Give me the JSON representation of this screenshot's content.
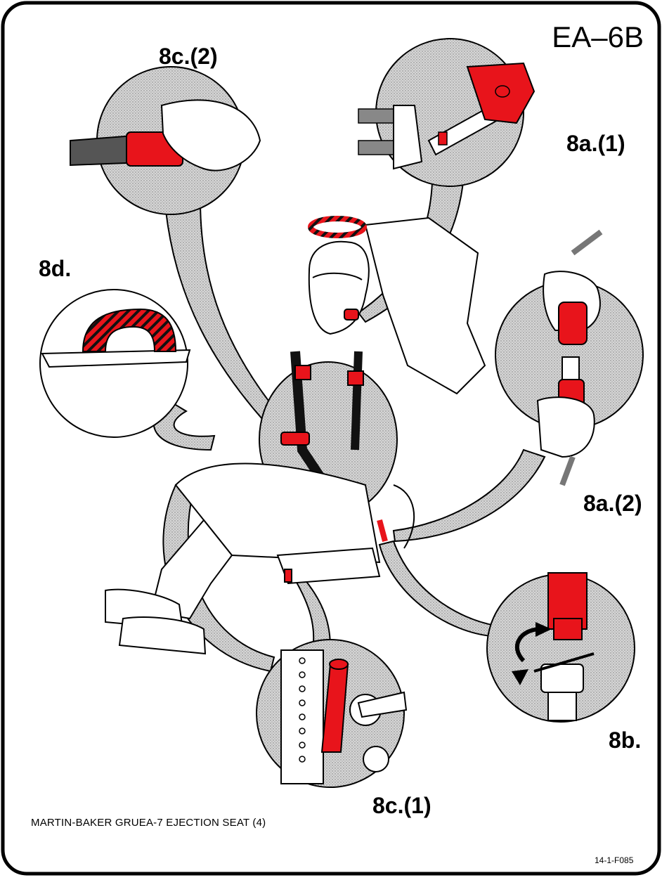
{
  "figure": {
    "title": "EA–6B",
    "caption": "MARTIN-BAKER GRUEA-7 EJECTION SEAT (4)",
    "figure_id": "14-1-F085"
  },
  "callouts": {
    "c2": "8c.(2)",
    "a1": "8a.(1)",
    "d": "8d.",
    "a2": "8a.(2)",
    "b": "8b.",
    "c1": "8c.(1)"
  },
  "colors": {
    "accent_red": "#e8141b",
    "outline": "#000000",
    "detail_fill": "#c9c9c9",
    "background": "#ffffff"
  }
}
